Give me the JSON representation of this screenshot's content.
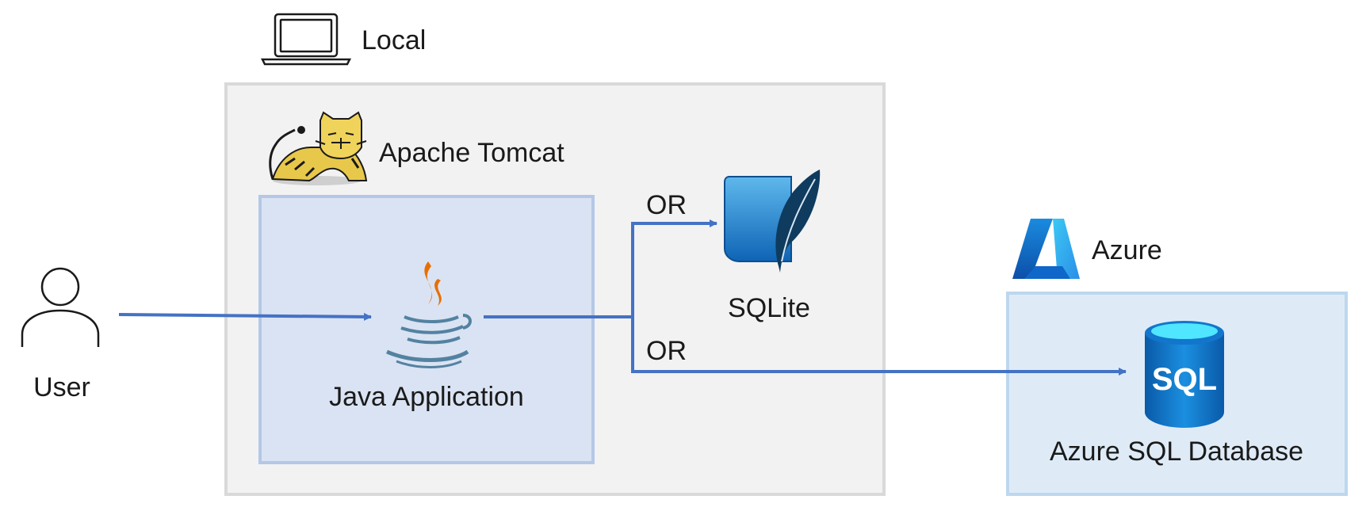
{
  "local": {
    "label": "Local",
    "icon": "laptop-icon"
  },
  "tomcat": {
    "label": "Apache Tomcat",
    "icon": "tomcat-cat-icon"
  },
  "java_app": {
    "label": "Java Application",
    "icon": "java-cup-icon"
  },
  "user": {
    "label": "User",
    "icon": "user-icon"
  },
  "sqlite": {
    "label": "SQLite",
    "icon": "sqlite-feather-icon"
  },
  "azure": {
    "label": "Azure",
    "icon": "azure-logo-icon"
  },
  "azure_sql": {
    "label": "Azure SQL Database",
    "icon": "sql-database-icon",
    "icon_text": "SQL"
  },
  "connectors": {
    "or_top": "OR",
    "or_bottom": "OR"
  },
  "colors": {
    "arrow": "#4472c4",
    "local_box_fill": "#f2f2f2",
    "local_box_border": "#d9d9d9",
    "app_box_fill": "#dae3f3",
    "app_box_border": "#b4c7e7",
    "azure_box_fill": "#deebf7",
    "azure_box_border": "#bdd7ee"
  }
}
